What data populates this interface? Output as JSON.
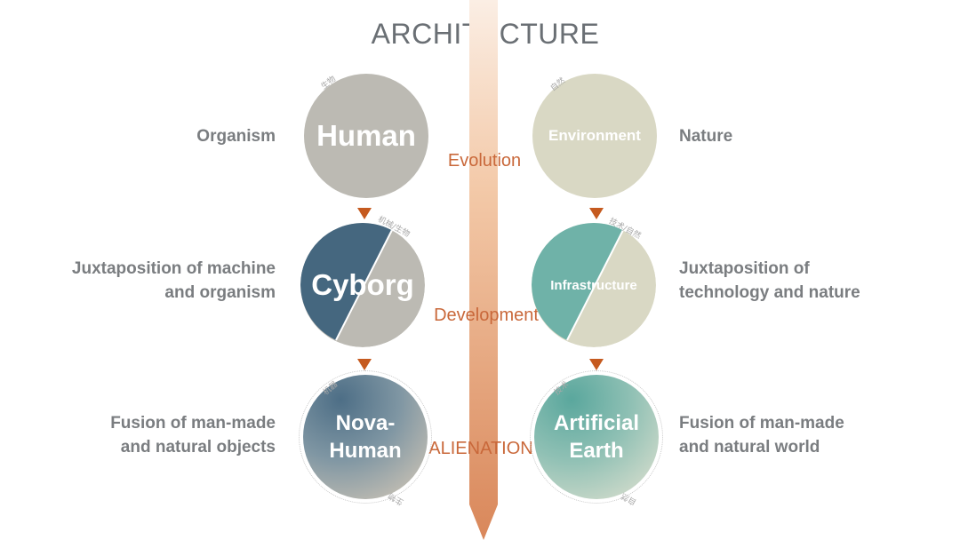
{
  "title": "ARCHITECTURE",
  "stages": [
    "Evolution",
    "Development",
    "ALIENATION"
  ],
  "left": [
    {
      "circle": "Human",
      "desc": [
        "Organism"
      ],
      "tag": "生物"
    },
    {
      "circle": "Cyborg",
      "desc": [
        "Juxtaposition of machine",
        "and organism"
      ],
      "tag": "机械/生物"
    },
    {
      "circle": [
        "Nova-",
        "Human"
      ],
      "desc": [
        "Fusion of man-made",
        "and natural objects"
      ],
      "tag": "机器",
      "tag2": "生物"
    }
  ],
  "right": [
    {
      "circle": "Environment",
      "desc": [
        "Nature"
      ],
      "tag": "自然"
    },
    {
      "circle": "Infrastructure",
      "desc": [
        "Juxtaposition of",
        "technology and nature"
      ],
      "tag": "技术/自然"
    },
    {
      "circle": [
        "Artificial",
        "Earth"
      ],
      "desc": [
        "Fusion of man-made",
        "and natural world"
      ],
      "tag": "技术",
      "tag2": "自然"
    }
  ],
  "colors": {
    "accent": "#c55a1f",
    "human": "#bcbab3",
    "environment": "#d9d8c4",
    "cyborg_machine": "#45677f",
    "infra_tech": "#6fb2a8",
    "text_gray": "#7a7d80"
  }
}
